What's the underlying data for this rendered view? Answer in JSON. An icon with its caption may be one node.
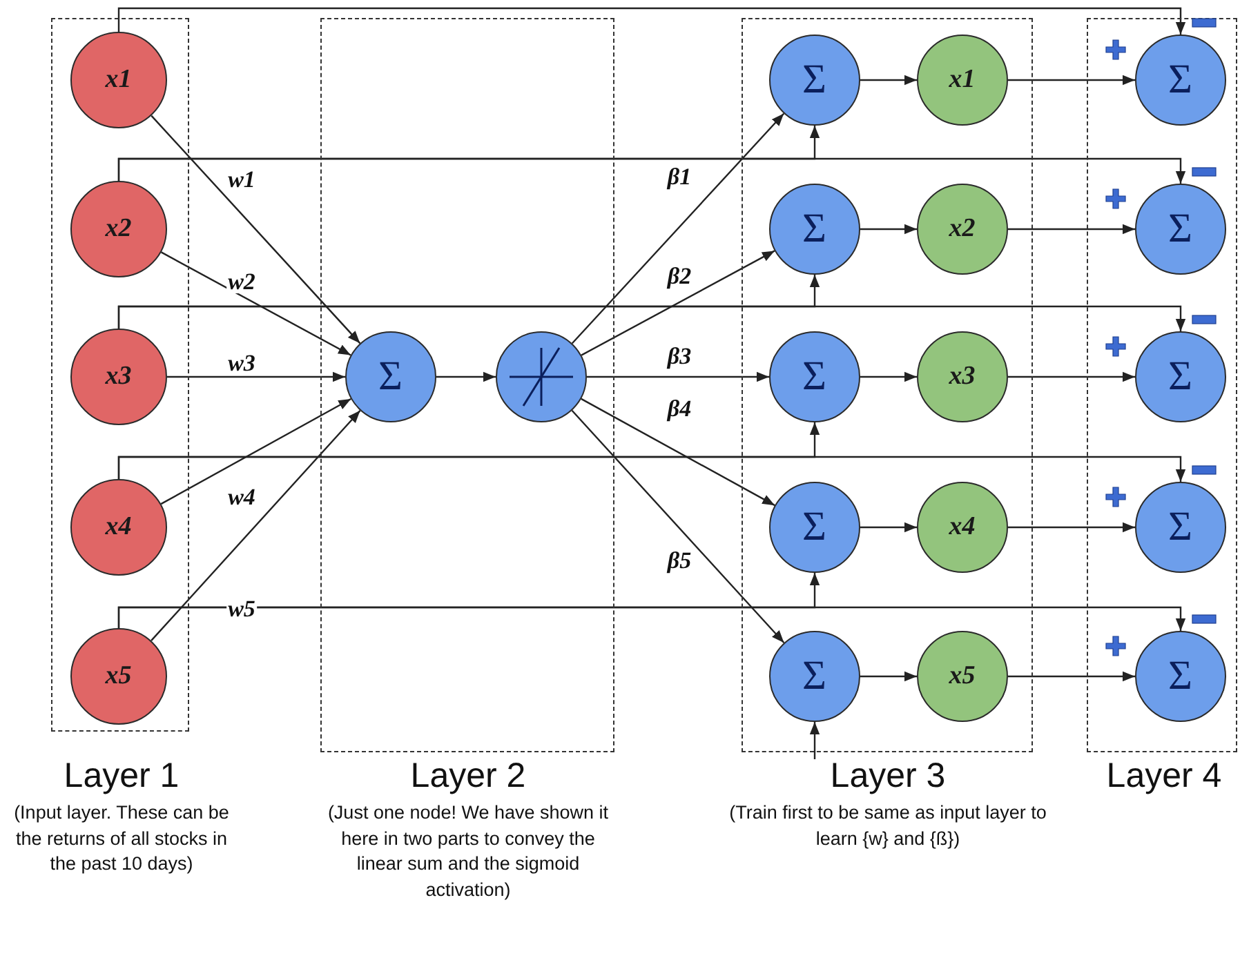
{
  "diagram": {
    "nodes": [
      {
        "text": [
          "Layer 1",
          "(Input layer. These can be the returns of all stocks in the past 10 days)"
        ]
      },
      {
        "text": [
          "x1"
        ],
        "in": 0
      },
      {
        "text": [
          "x2"
        ],
        "in": 0
      },
      {
        "text": [
          "x3"
        ],
        "in": 0
      },
      {
        "text": [
          "x4"
        ],
        "in": 0
      },
      {
        "text": [
          "x5"
        ],
        "in": 0
      },
      {
        "text": [
          "Layer 2",
          "(Just one node! We have shown it here in two parts to convey the linear sum and the sigmoid activation)"
        ]
      },
      {
        "text": [
          "Σ"
        ],
        "in": 6
      },
      {
        "text": [],
        "shape": "circle",
        "in": 6
      },
      {
        "text": [
          "Layer 3",
          "(Train first to be same as input layer to learn {w} and {ß})"
        ]
      },
      {
        "text": [
          "Σ"
        ],
        "in": 9
      },
      {
        "text": [
          "Σ"
        ],
        "in": 9
      },
      {
        "text": [
          "Σ"
        ],
        "in": 9
      },
      {
        "text": [
          "Σ"
        ],
        "in": 9
      },
      {
        "text": [
          "Σ"
        ],
        "in": 9
      },
      {
        "text": [
          "x1"
        ],
        "in": 9
      },
      {
        "text": [
          "x2"
        ],
        "in": 9
      },
      {
        "text": [
          "x3"
        ],
        "in": 9
      },
      {
        "text": [
          "x4"
        ],
        "in": 9
      },
      {
        "text": [
          "x5"
        ],
        "in": 9
      },
      {
        "text": [
          "Layer 4"
        ]
      },
      {
        "text": [
          "Σ"
        ],
        "in": 20
      },
      {
        "text": [
          "Σ"
        ],
        "in": 20
      },
      {
        "text": [
          "Σ"
        ],
        "in": 20
      },
      {
        "text": [
          "Σ"
        ],
        "in": 20
      },
      {
        "text": [
          "Σ"
        ],
        "in": 20
      }
    ],
    "edges": [
      {
        "from": 1,
        "to": 7,
        "arrow": "to",
        "label": "w1"
      },
      {
        "from": 2,
        "to": 7,
        "arrow": "to",
        "label": "w2"
      },
      {
        "from": 3,
        "to": 7,
        "arrow": "to",
        "label": "w3"
      },
      {
        "from": 4,
        "to": 7,
        "arrow": "to",
        "label": "w4"
      },
      {
        "from": 5,
        "to": 7,
        "arrow": "to",
        "label": "w5"
      },
      {
        "from": 7,
        "to": 8,
        "arrow": "to"
      },
      {
        "from": 8,
        "to": 10,
        "arrow": "to",
        "label": "β1"
      },
      {
        "from": 8,
        "to": 11,
        "arrow": "to",
        "label": "β2"
      },
      {
        "from": 8,
        "to": 12,
        "arrow": "to",
        "label": "β3"
      },
      {
        "from": 8,
        "to": 13,
        "arrow": "to",
        "label": "β4"
      },
      {
        "from": 8,
        "to": 14,
        "arrow": "to",
        "label": "β5"
      },
      {
        "from": 10,
        "to": 15,
        "arrow": "to"
      },
      {
        "from": 11,
        "to": 16,
        "arrow": "to"
      },
      {
        "from": 12,
        "to": 17,
        "arrow": "to"
      },
      {
        "from": 13,
        "to": 18,
        "arrow": "to"
      },
      {
        "from": 14,
        "to": 19,
        "arrow": "to"
      },
      {
        "from": 15,
        "to": 21,
        "arrow": "to"
      },
      {
        "from": 16,
        "to": 22,
        "arrow": "to"
      },
      {
        "from": 17,
        "to": 23,
        "arrow": "to"
      },
      {
        "from": 18,
        "to": 24,
        "arrow": "to"
      },
      {
        "from": 19,
        "to": 25,
        "arrow": "to"
      },
      {
        "from": 1,
        "to": 21,
        "arrow": "to"
      },
      {
        "from": 2,
        "to": 22,
        "arrow": "to"
      },
      {
        "from": 3,
        "to": 23,
        "arrow": "to"
      },
      {
        "from": 4,
        "to": 24,
        "arrow": "to"
      },
      {
        "from": 5,
        "to": 25,
        "arrow": "to"
      },
      {
        "from": 2,
        "to": 10,
        "arrow": "to"
      },
      {
        "from": 3,
        "to": 11,
        "arrow": "to"
      },
      {
        "from": 4,
        "to": 12,
        "arrow": "to"
      },
      {
        "from": 5,
        "to": 13,
        "arrow": "to"
      },
      {
        "from": null,
        "to": 14,
        "arrow": "to"
      }
    ]
  }
}
